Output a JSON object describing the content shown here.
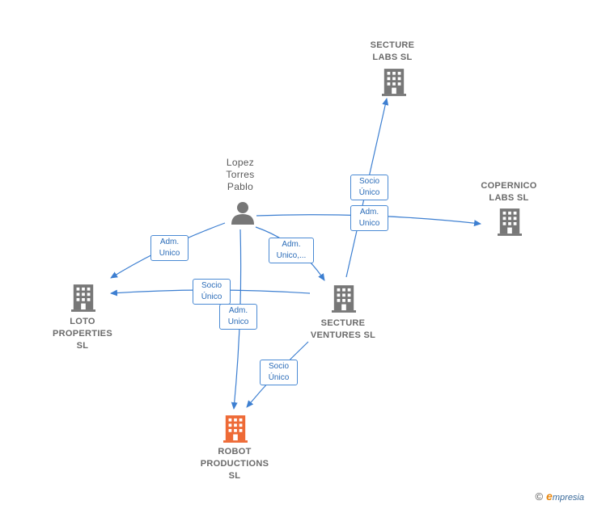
{
  "nodes": {
    "person": {
      "label": "Lopez\nTorres\nPablo"
    },
    "secture_labs": {
      "label": "SECTURE\nLABS  SL"
    },
    "copernico_labs": {
      "label": "COPERNICO\nLABS  SL"
    },
    "loto_properties": {
      "label": "LOTO\nPROPERTIES\nSL"
    },
    "secture_ventures": {
      "label": "SECTURE\nVENTURES  SL"
    },
    "robot_productions": {
      "label": "ROBOT\nPRODUCTIONS\nSL"
    }
  },
  "edges": {
    "socio_unico_secture_labs": {
      "line1": "Socio",
      "line2": "Único"
    },
    "adm_unico_copernico": {
      "line1": "Adm.",
      "line2": "Unico"
    },
    "adm_unico_loto": {
      "line1": "Adm.",
      "line2": "Unico"
    },
    "adm_unico_ventures": {
      "line1": "Adm.",
      "line2": "Unico,..."
    },
    "socio_unico_loto": {
      "line1": "Socio",
      "line2": "Único"
    },
    "adm_unico_robot": {
      "line1": "Adm.",
      "line2": "Unico"
    },
    "socio_unico_robot": {
      "line1": "Socio",
      "line2": "Único"
    }
  },
  "colors": {
    "edge": "#3d7fd1",
    "building": "#777777",
    "focus_building": "#ee6a36",
    "person": "#777777"
  },
  "watermark": {
    "copyright": "©",
    "brand_initial": "e",
    "brand_rest": "mpresia"
  }
}
